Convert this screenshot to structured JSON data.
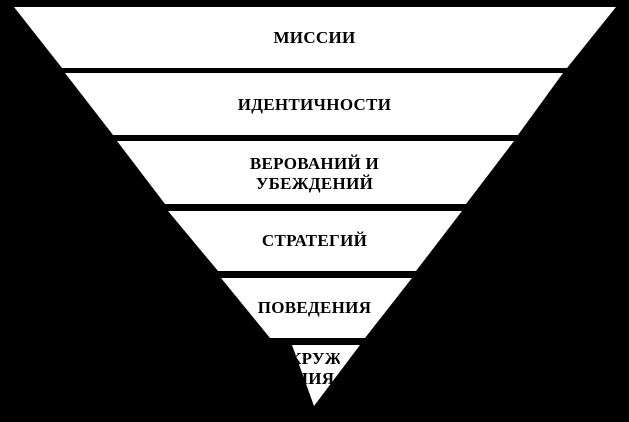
{
  "diagram": {
    "levels": [
      {
        "lines": [
          "МИССИИ"
        ]
      },
      {
        "lines": [
          "ИДЕНТИЧНОСТИ"
        ]
      },
      {
        "lines": [
          "ВЕРОВАНИЙ И",
          "УБЕЖДЕНИЙ"
        ]
      },
      {
        "lines": [
          "СТРАТЕГИЙ"
        ]
      },
      {
        "lines": [
          "ПОВЕДЕНИЯ"
        ]
      },
      {
        "lines": [
          "ОКРУЖЕ",
          "НИЯ"
        ]
      }
    ],
    "colors": {
      "background": "#000000",
      "band": "#ffffff",
      "text": "#000000"
    }
  }
}
